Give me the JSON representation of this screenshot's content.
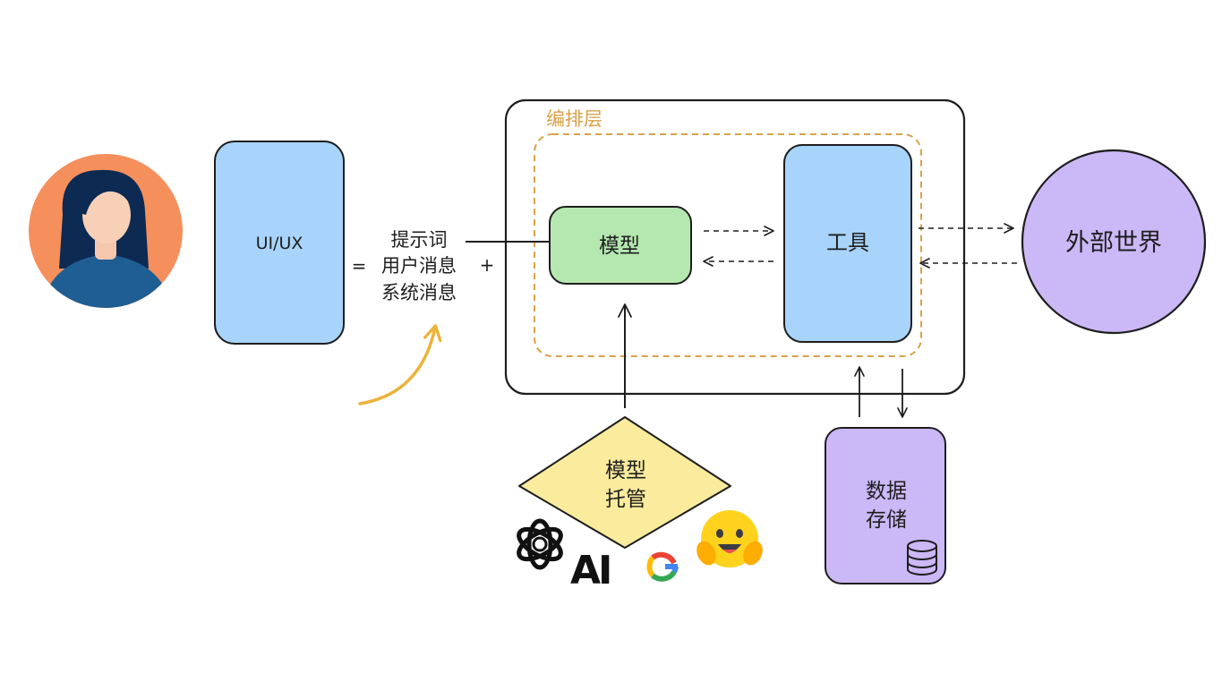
{
  "ui_box": {
    "label": "UI/UX"
  },
  "prompt_formula": {
    "equals": "=",
    "plus": "+",
    "line1": "提示词",
    "line2": "用户消息",
    "line3": "系统消息"
  },
  "orchestration": {
    "title": "编排层"
  },
  "model_box": {
    "label": "模型"
  },
  "tools_box": {
    "label": "工具"
  },
  "external_world": {
    "label": "外部世界"
  },
  "model_hosting": {
    "line1": "模型",
    "line2": "托管"
  },
  "data_storage": {
    "line1": "数据",
    "line2": "存储"
  },
  "provider_logos": {
    "anthropic_text": "AI",
    "google_text": "G"
  },
  "colors": {
    "avatar_bg": "#f58f5c",
    "blue": "#a8d4fb",
    "green": "#b5e8b0",
    "purple": "#cbb8f7",
    "yellow": "#faeb9d",
    "orange_dashed": "#d7a24a",
    "arrow_yellow": "#ebb33a",
    "ink": "#1e1e1e"
  },
  "icons": [
    "person-avatar",
    "openai-logo",
    "anthropic-logo",
    "google-logo",
    "huggingface-logo",
    "database-icon"
  ]
}
